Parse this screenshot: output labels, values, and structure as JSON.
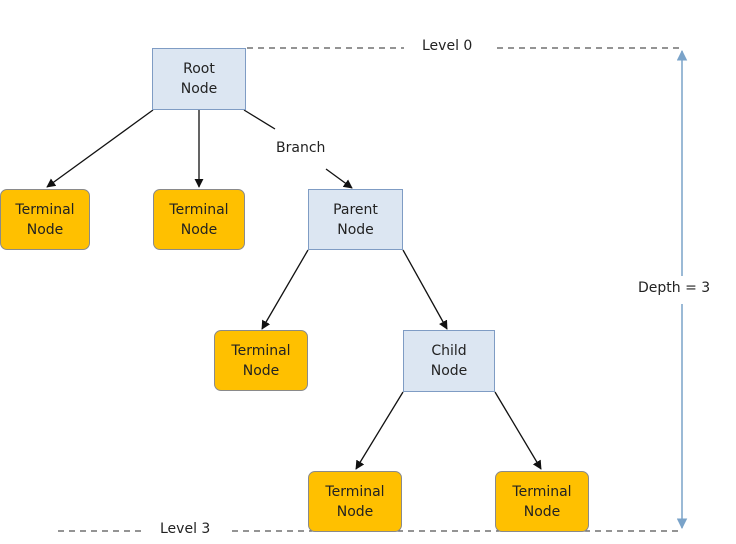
{
  "nodes": {
    "root": [
      "Root",
      "Node"
    ],
    "terminal1": [
      "Terminal",
      "Node"
    ],
    "terminal2": [
      "Terminal",
      "Node"
    ],
    "parent": [
      "Parent",
      "Node"
    ],
    "terminal3": [
      "Terminal",
      "Node"
    ],
    "child": [
      "Child",
      "Node"
    ],
    "terminal4": [
      "Terminal",
      "Node"
    ],
    "terminal5": [
      "Terminal",
      "Node"
    ]
  },
  "labels": {
    "branch": "Branch",
    "level_top": "Level 0",
    "level_bottom": "Level 3",
    "depth": "Depth = 3"
  },
  "colors": {
    "internal_fill": "#dce6f2",
    "terminal_fill": "#ffc000",
    "depth_arrow": "#7aa3c9"
  }
}
